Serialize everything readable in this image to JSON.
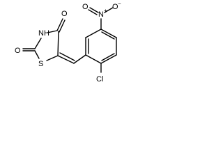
{
  "atoms": {
    "amide_o_top": "O",
    "ring_nh": "NH",
    "ring_o_left": "O",
    "ring_s": "S",
    "nitro_n": "N",
    "nitro_plus": "+",
    "nitro_o_double": "O",
    "nitro_o_single": "O",
    "nitro_minus": "−",
    "chloro": "Cl"
  }
}
